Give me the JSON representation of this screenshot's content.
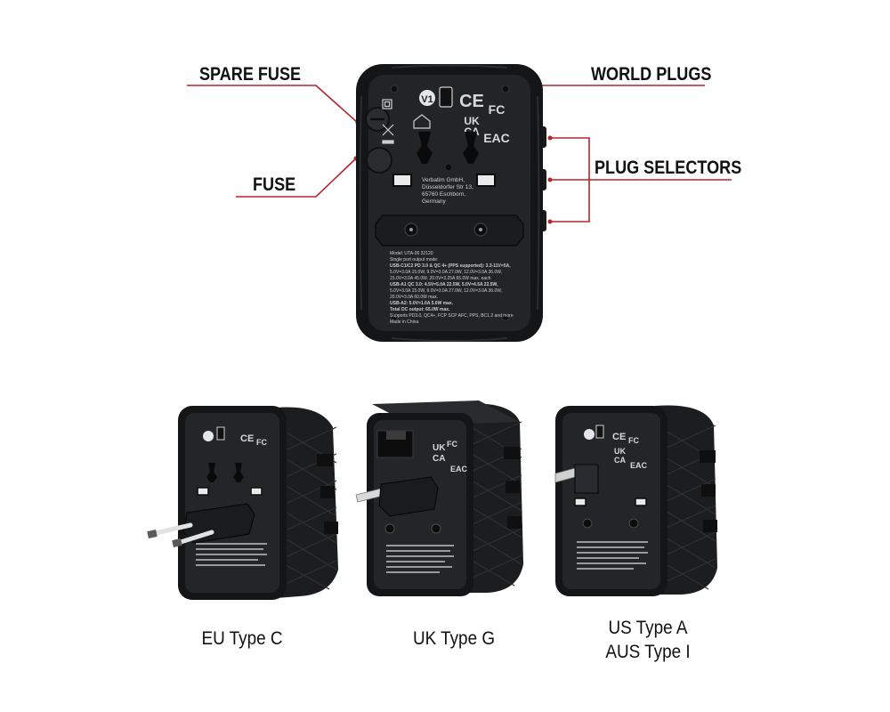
{
  "callouts": {
    "spare_fuse": "SPARE FUSE",
    "fuse": "FUSE",
    "world_plugs": "WORLD PLUGS",
    "plug_selectors": "PLUG SELECTORS"
  },
  "colors": {
    "leader_line": "#b3262a",
    "device_body": "#232426",
    "device_bumper": "#141516",
    "print": "#d8d8d8"
  },
  "device": {
    "marks": {
      "v1": "V1",
      "ce": "CE",
      "fc": "FC",
      "ukca_top": "UK",
      "ukca_bottom": "CA",
      "eac": "EAC"
    },
    "address_lines": [
      "Verbatim GmbH,",
      "Düsseldorfer Str 13,",
      "65760 Eschborn,",
      "Germany"
    ],
    "spec_lines": [
      "Model:   UTA-06 32120",
      "Single port output mode:",
      "USB-C1/C2 PD 3.0 & QC 4+ (PPS supported): 3.3-11V=5A,",
      "5.0V=3.0A 15.0W, 9.0V=3.0A 27.0W, 12.0V=3.0A 36.0W,",
      "15.0V=3.0A 45.0W, 20.0V=3.25A 65.0W max. each",
      "USB-A1 QC 3.0: 4.5V=5.0A 22.5W, 5.0V=4.5A 22.5W,",
      "5.0V=3.0A 15.0W, 9.0V=3.0A 27.0W, 12.0V=3.0A 36.0W,",
      "20.0V=3.0A 60.0W max.",
      "USB-A2: 5.0V=1.0A 5.0W max.",
      "Total DC output: 65.0W max.",
      "Supports PD3.0, QC4+, FCP SCP AFC, PPS, BC1.2 and more",
      "Made in China"
    ]
  },
  "captions": {
    "eu": "EU Type C",
    "uk": "UK Type G",
    "us_line1": "US Type A",
    "us_line2": "AUS Type I"
  }
}
